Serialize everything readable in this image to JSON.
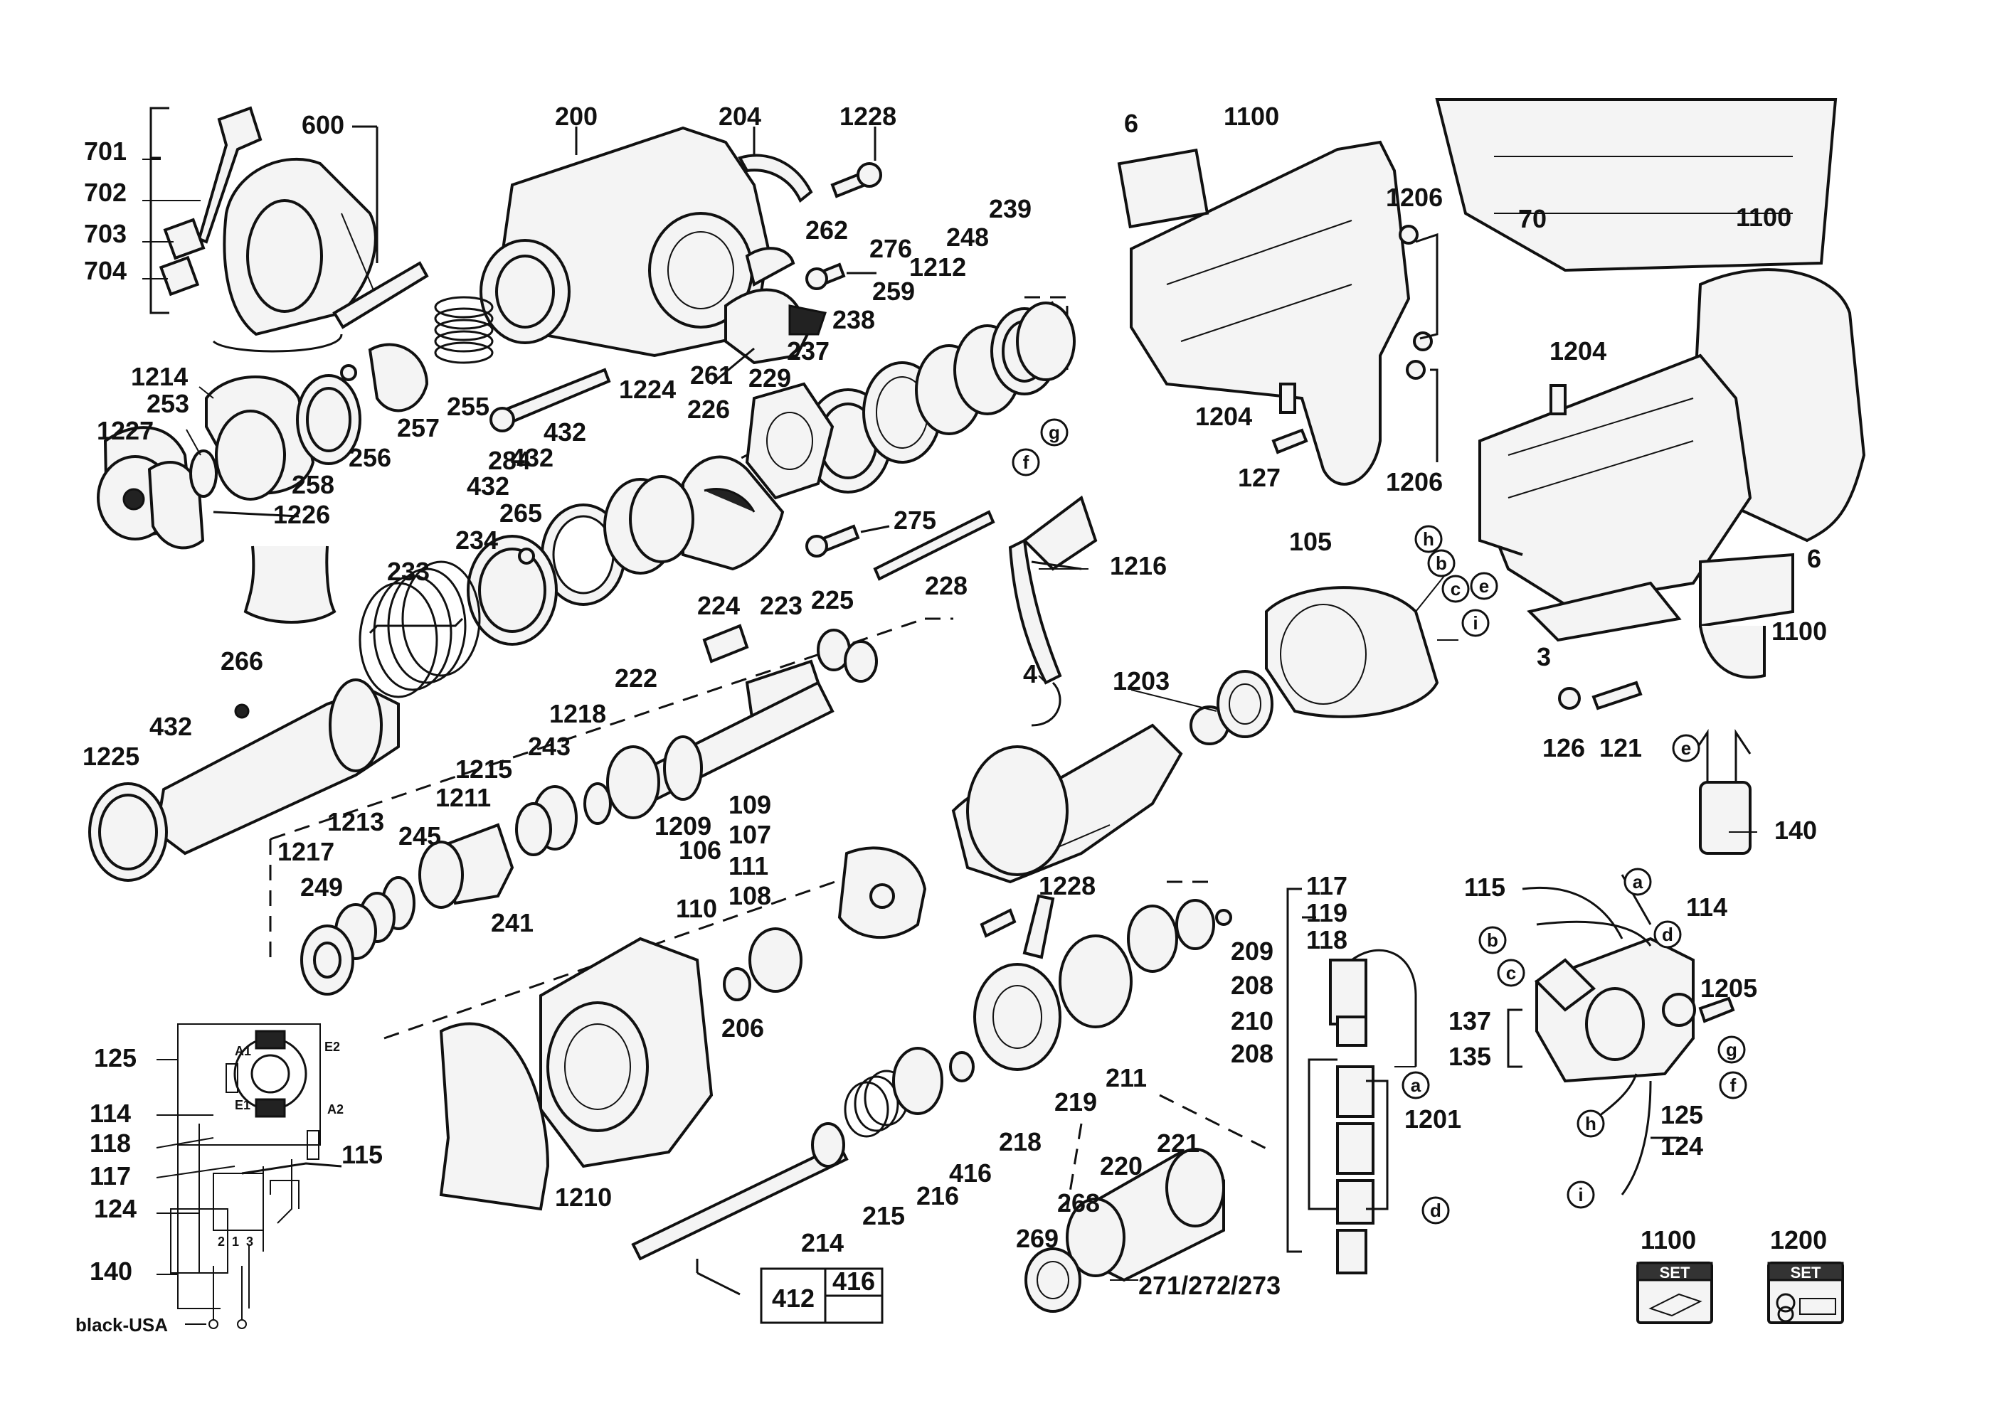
{
  "labels": [
    {
      "id": "701",
      "text": "701"
    },
    {
      "id": "702",
      "text": "702"
    },
    {
      "id": "703",
      "text": "703"
    },
    {
      "id": "704",
      "text": "704"
    },
    {
      "id": "600",
      "text": "600"
    },
    {
      "id": "200",
      "text": "200"
    },
    {
      "id": "204",
      "text": "204"
    },
    {
      "id": "1228a",
      "text": "1228"
    },
    {
      "id": "262",
      "text": "262"
    },
    {
      "id": "276",
      "text": "276"
    },
    {
      "id": "239",
      "text": "239"
    },
    {
      "id": "248",
      "text": "248"
    },
    {
      "id": "1212",
      "text": "1212"
    },
    {
      "id": "259",
      "text": "259"
    },
    {
      "id": "238",
      "text": "238"
    },
    {
      "id": "237",
      "text": "237"
    },
    {
      "id": "229",
      "text": "229"
    },
    {
      "id": "261",
      "text": "261"
    },
    {
      "id": "1224",
      "text": "1224"
    },
    {
      "id": "255",
      "text": "255"
    },
    {
      "id": "284",
      "text": "284"
    },
    {
      "id": "256",
      "text": "256"
    },
    {
      "id": "257",
      "text": "257"
    },
    {
      "id": "258",
      "text": "258"
    },
    {
      "id": "1214",
      "text": "1214"
    },
    {
      "id": "253",
      "text": "253"
    },
    {
      "id": "1227",
      "text": "1227"
    },
    {
      "id": "1226",
      "text": "1226"
    },
    {
      "id": "226",
      "text": "226"
    },
    {
      "id": "432a",
      "text": "432"
    },
    {
      "id": "432b",
      "text": "432"
    },
    {
      "id": "432c",
      "text": "432"
    },
    {
      "id": "275",
      "text": "275"
    },
    {
      "id": "228",
      "text": "228"
    },
    {
      "id": "265",
      "text": "265"
    },
    {
      "id": "234",
      "text": "234"
    },
    {
      "id": "233",
      "text": "233"
    },
    {
      "id": "266",
      "text": "266"
    },
    {
      "id": "1225",
      "text": "1225"
    },
    {
      "id": "432d",
      "text": "432"
    },
    {
      "id": "224",
      "text": "224"
    },
    {
      "id": "223",
      "text": "223"
    },
    {
      "id": "225",
      "text": "225"
    },
    {
      "id": "222",
      "text": "222"
    },
    {
      "id": "1218",
      "text": "1218"
    },
    {
      "id": "243",
      "text": "243"
    },
    {
      "id": "1215",
      "text": "1215"
    },
    {
      "id": "1211",
      "text": "1211"
    },
    {
      "id": "1209",
      "text": "1209"
    },
    {
      "id": "1213",
      "text": "1213"
    },
    {
      "id": "1217",
      "text": "1217"
    },
    {
      "id": "245",
      "text": "245"
    },
    {
      "id": "249",
      "text": "249"
    },
    {
      "id": "241",
      "text": "241"
    },
    {
      "id": "6a",
      "text": "6"
    },
    {
      "id": "1100a",
      "text": "1100"
    },
    {
      "id": "1206a",
      "text": "1206"
    },
    {
      "id": "1204a",
      "text": "1204"
    },
    {
      "id": "127",
      "text": "127"
    },
    {
      "id": "1206b",
      "text": "1206"
    },
    {
      "id": "70",
      "text": "70"
    },
    {
      "id": "1100b",
      "text": "1100"
    },
    {
      "id": "1204b",
      "text": "1204"
    },
    {
      "id": "6b",
      "text": "6"
    },
    {
      "id": "1100c",
      "text": "1100"
    },
    {
      "id": "3",
      "text": "3"
    },
    {
      "id": "126",
      "text": "126"
    },
    {
      "id": "121",
      "text": "121"
    },
    {
      "id": "140a",
      "text": "140"
    },
    {
      "id": "1216",
      "text": "1216"
    },
    {
      "id": "4",
      "text": "4"
    },
    {
      "id": "105",
      "text": "105"
    },
    {
      "id": "1203",
      "text": "1203"
    },
    {
      "id": "109",
      "text": "109"
    },
    {
      "id": "107",
      "text": "107"
    },
    {
      "id": "106",
      "text": "106"
    },
    {
      "id": "111",
      "text": "111"
    },
    {
      "id": "108",
      "text": "108"
    },
    {
      "id": "110",
      "text": "110"
    },
    {
      "id": "1228b",
      "text": "1228"
    },
    {
      "id": "209",
      "text": "209"
    },
    {
      "id": "208a",
      "text": "208"
    },
    {
      "id": "210",
      "text": "210"
    },
    {
      "id": "208b",
      "text": "208"
    },
    {
      "id": "206",
      "text": "206"
    },
    {
      "id": "211",
      "text": "211"
    },
    {
      "id": "219",
      "text": "219"
    },
    {
      "id": "218",
      "text": "218"
    },
    {
      "id": "416a",
      "text": "416"
    },
    {
      "id": "216",
      "text": "216"
    },
    {
      "id": "215",
      "text": "215"
    },
    {
      "id": "214",
      "text": "214"
    },
    {
      "id": "1210",
      "text": "1210"
    },
    {
      "id": "221",
      "text": "221"
    },
    {
      "id": "220",
      "text": "220"
    },
    {
      "id": "268",
      "text": "268"
    },
    {
      "id": "269",
      "text": "269"
    },
    {
      "id": "271",
      "text": "271/272/273"
    },
    {
      "id": "117a",
      "text": "117"
    },
    {
      "id": "119",
      "text": "119"
    },
    {
      "id": "118a",
      "text": "118"
    },
    {
      "id": "1201",
      "text": "1201"
    },
    {
      "id": "115a",
      "text": "115"
    },
    {
      "id": "114a",
      "text": "114"
    },
    {
      "id": "1205",
      "text": "1205"
    },
    {
      "id": "137",
      "text": "137"
    },
    {
      "id": "135",
      "text": "135"
    },
    {
      "id": "125a",
      "text": "125"
    },
    {
      "id": "124a",
      "text": "124"
    },
    {
      "id": "125b",
      "text": "125"
    },
    {
      "id": "114b",
      "text": "114"
    },
    {
      "id": "118b",
      "text": "118"
    },
    {
      "id": "117b",
      "text": "117"
    },
    {
      "id": "115b",
      "text": "115"
    },
    {
      "id": "124b",
      "text": "124"
    },
    {
      "id": "140b",
      "text": "140"
    },
    {
      "id": "blackusa",
      "text": "black-USA"
    },
    {
      "id": "1100set",
      "text": "1100"
    },
    {
      "id": "1200set",
      "text": "1200"
    }
  ],
  "box_labels": {
    "box412": "412",
    "box416": "416"
  },
  "set_badge": "SET",
  "wire_letters": [
    "a",
    "b",
    "c",
    "d",
    "e",
    "f",
    "g",
    "h",
    "i"
  ],
  "schematic": {
    "a1": "A1",
    "e1": "E1",
    "e2": "E2",
    "a2": "A2",
    "t2": "2",
    "t1": "1",
    "t3": "3"
  }
}
